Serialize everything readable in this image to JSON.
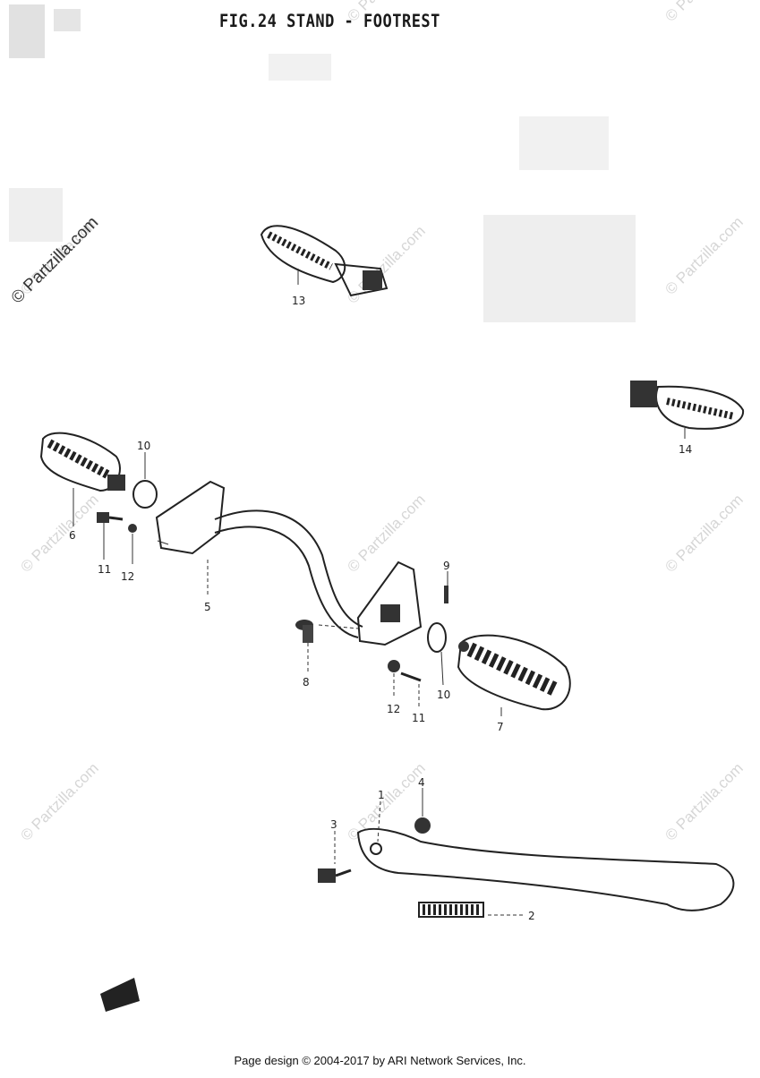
{
  "figure": {
    "title": "FIG.24  STAND - FOOTREST"
  },
  "callouts": [
    {
      "id": "c13",
      "label": "13"
    },
    {
      "id": "c14",
      "label": "14"
    },
    {
      "id": "c10a",
      "label": "10"
    },
    {
      "id": "c6",
      "label": "6"
    },
    {
      "id": "c11a",
      "label": "11"
    },
    {
      "id": "c12a",
      "label": "12"
    },
    {
      "id": "c5",
      "label": "5"
    },
    {
      "id": "c9",
      "label": "9"
    },
    {
      "id": "c8",
      "label": "8"
    },
    {
      "id": "c10b",
      "label": "10"
    },
    {
      "id": "c12b",
      "label": "12"
    },
    {
      "id": "c11b",
      "label": "11"
    },
    {
      "id": "c7",
      "label": "7"
    },
    {
      "id": "c4",
      "label": "4"
    },
    {
      "id": "c3",
      "label": "3"
    },
    {
      "id": "c1",
      "label": "1"
    },
    {
      "id": "c2",
      "label": "2"
    }
  ],
  "watermark": "© Partzilla.com",
  "footer": "Page design © 2004-2017 by ARI Network Services, Inc."
}
